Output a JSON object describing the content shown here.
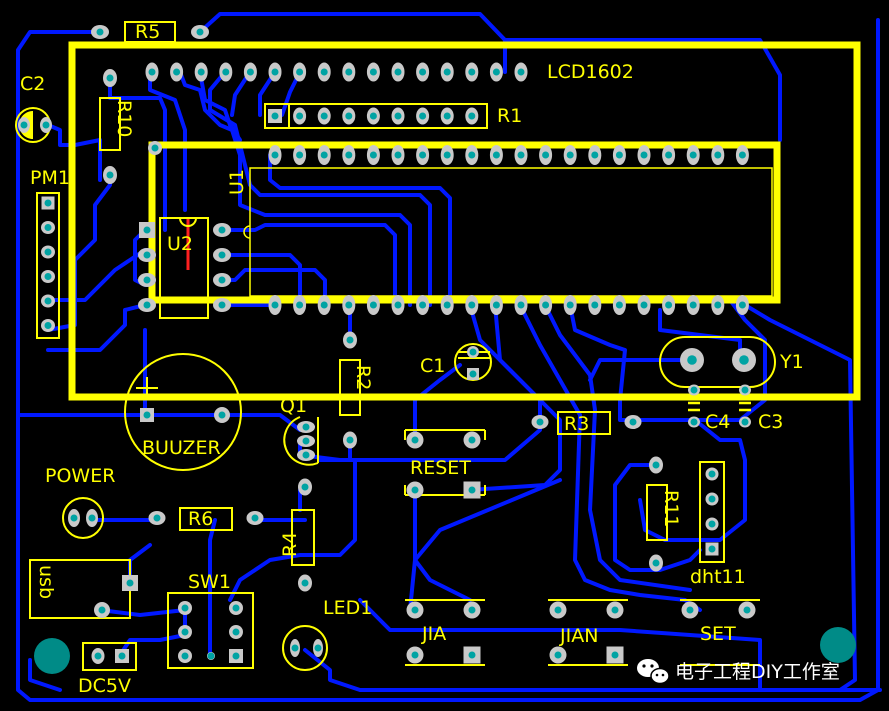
{
  "board": {
    "colors": {
      "background": "#000000",
      "silkscreen": "#ffff00",
      "trace": "#0018ff",
      "pad": "#c9c9c9",
      "drill": "#00a3a3",
      "mount_hole": "#008b87"
    },
    "labels": {
      "r5": "R5",
      "c2": "C2",
      "r10": "R10",
      "lcd": "LCD1602",
      "r1": "R1",
      "u1": "U1",
      "u2": "U2",
      "pm1": "PM1",
      "c1": "C1",
      "r2": "R2",
      "y1": "Y1",
      "q1": "Q1",
      "buzzer": "BUUZER",
      "power": "POWER",
      "r3": "R3",
      "c4": "C4",
      "c3": "C3",
      "reset": "RESET",
      "r11": "R11",
      "dht11": "dht11",
      "r6": "R6",
      "r4": "R4",
      "usb": "usb",
      "sw1": "SW1",
      "led1": "LED1",
      "jia": "JIA",
      "jian": "JIAN",
      "set": "SET",
      "dc5v": "DC5V",
      "buzzer_plus": "+"
    },
    "watermark": {
      "icon": "wechat-icon",
      "text": "电子工程DIY工作室"
    }
  }
}
